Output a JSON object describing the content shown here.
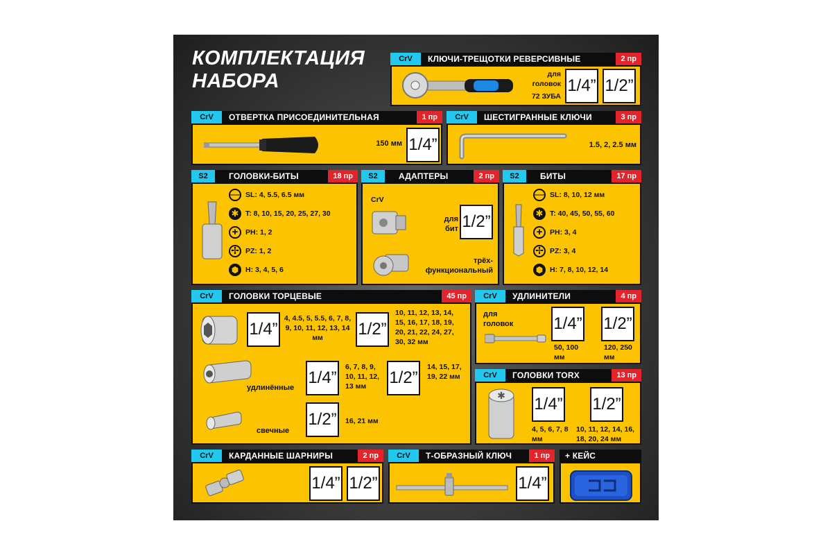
{
  "title": {
    "line1": "КОМПЛЕКТАЦИЯ",
    "line2": "НАБОРА"
  },
  "panels": {
    "ratchet": {
      "material": "CrV",
      "name": "КЛЮЧИ-ТРЕЩОТКИ РЕВЕРСИВНЫЕ",
      "count": "2 пр",
      "for_label": "для головок",
      "teeth": "72 ЗУБА",
      "size1": "1/4”",
      "size2": "1/2”"
    },
    "screwdriver": {
      "material": "CrV",
      "name": "ОТВЕРТКА  ПРИСОЕДИНИТЕЛЬНАЯ",
      "count": "1 пр",
      "length": "150 мм",
      "size": "1/4”"
    },
    "hex_keys": {
      "material": "CrV",
      "name": "ШЕСТИГРАННЫЕ КЛЮЧИ",
      "count": "3 пр",
      "sizes": "1.5, 2, 2.5 мм"
    },
    "bit_sockets": {
      "material": "S2",
      "name": "ГОЛОВКИ-БИТЫ",
      "count": "18 пр",
      "rows": [
        "SL: 4, 5.5, 6.5 мм",
        "T: 8, 10, 15, 20, 25, 27, 30",
        "PH: 1, 2",
        "PZ: 1, 2",
        "H: 3, 4, 5, 6"
      ]
    },
    "adapters": {
      "material": "S2",
      "name": "АДАПТЕРЫ",
      "count": "2 пр",
      "crv": "CrV",
      "for_bits": "для бит",
      "size": "1/2”",
      "tri_line1": "трёх-",
      "tri_line2": "функциональный"
    },
    "bits": {
      "material": "S2",
      "name": "БИТЫ",
      "count": "17 пр",
      "rows": [
        "SL: 8, 10, 12 мм",
        "T: 40, 45, 50, 55, 60",
        "PH: 3, 4",
        "PZ: 3, 4",
        "H: 7, 8, 10, 12, 14"
      ]
    },
    "sockets": {
      "material": "CrV",
      "name": "ГОЛОВКИ ТОРЦЕВЫЕ",
      "count": "45 пр",
      "std_q": "1/4”",
      "std_q_sizes": "4, 4.5, 5, 5.5, 6, 7, 8, 9, 10, 11, 12, 13, 14 мм",
      "std_h": "1/2”",
      "std_h_sizes": "10, 11, 12, 13, 14, 15, 16, 17, 18, 19, 20, 21, 22, 24, 27, 30, 32 мм",
      "long_label": "удлинённые",
      "long_q": "1/4”",
      "long_q_sizes": "6, 7, 8, 9, 10, 11, 12, 13 мм",
      "long_h": "1/2”",
      "long_h_sizes": "14, 15, 17, 19, 22 мм",
      "spark_label": "свечные",
      "spark": "1/2”",
      "spark_sizes": "16, 21 мм"
    },
    "extensions": {
      "material": "CrV",
      "name": "УДЛИНИТЕЛИ",
      "count": "4 пр",
      "for_label": "для головок",
      "size1": "1/4”",
      "len1": "50, 100 мм",
      "size2": "1/2”",
      "len2": "120, 250 мм"
    },
    "torx": {
      "material": "CrV",
      "name": "ГОЛОВКИ TORX",
      "count": "13 пр",
      "size1": "1/4”",
      "sizes1": "4, 5, 6, 7, 8 мм",
      "size2": "1/2”",
      "sizes2": "10, 11, 12, 14, 16, 18, 20, 24 мм"
    },
    "ujoints": {
      "material": "CrV",
      "name": "КАРДАННЫЕ ШАРНИРЫ",
      "count": "2 пр",
      "size1": "1/4”",
      "size2": "1/2”"
    },
    "t_handle": {
      "material": "CrV",
      "name": "Т-ОБРАЗНЫЙ КЛЮЧ",
      "count": "1 пр",
      "size": "1/4”"
    },
    "case": {
      "name": "+ КЕЙС"
    }
  }
}
